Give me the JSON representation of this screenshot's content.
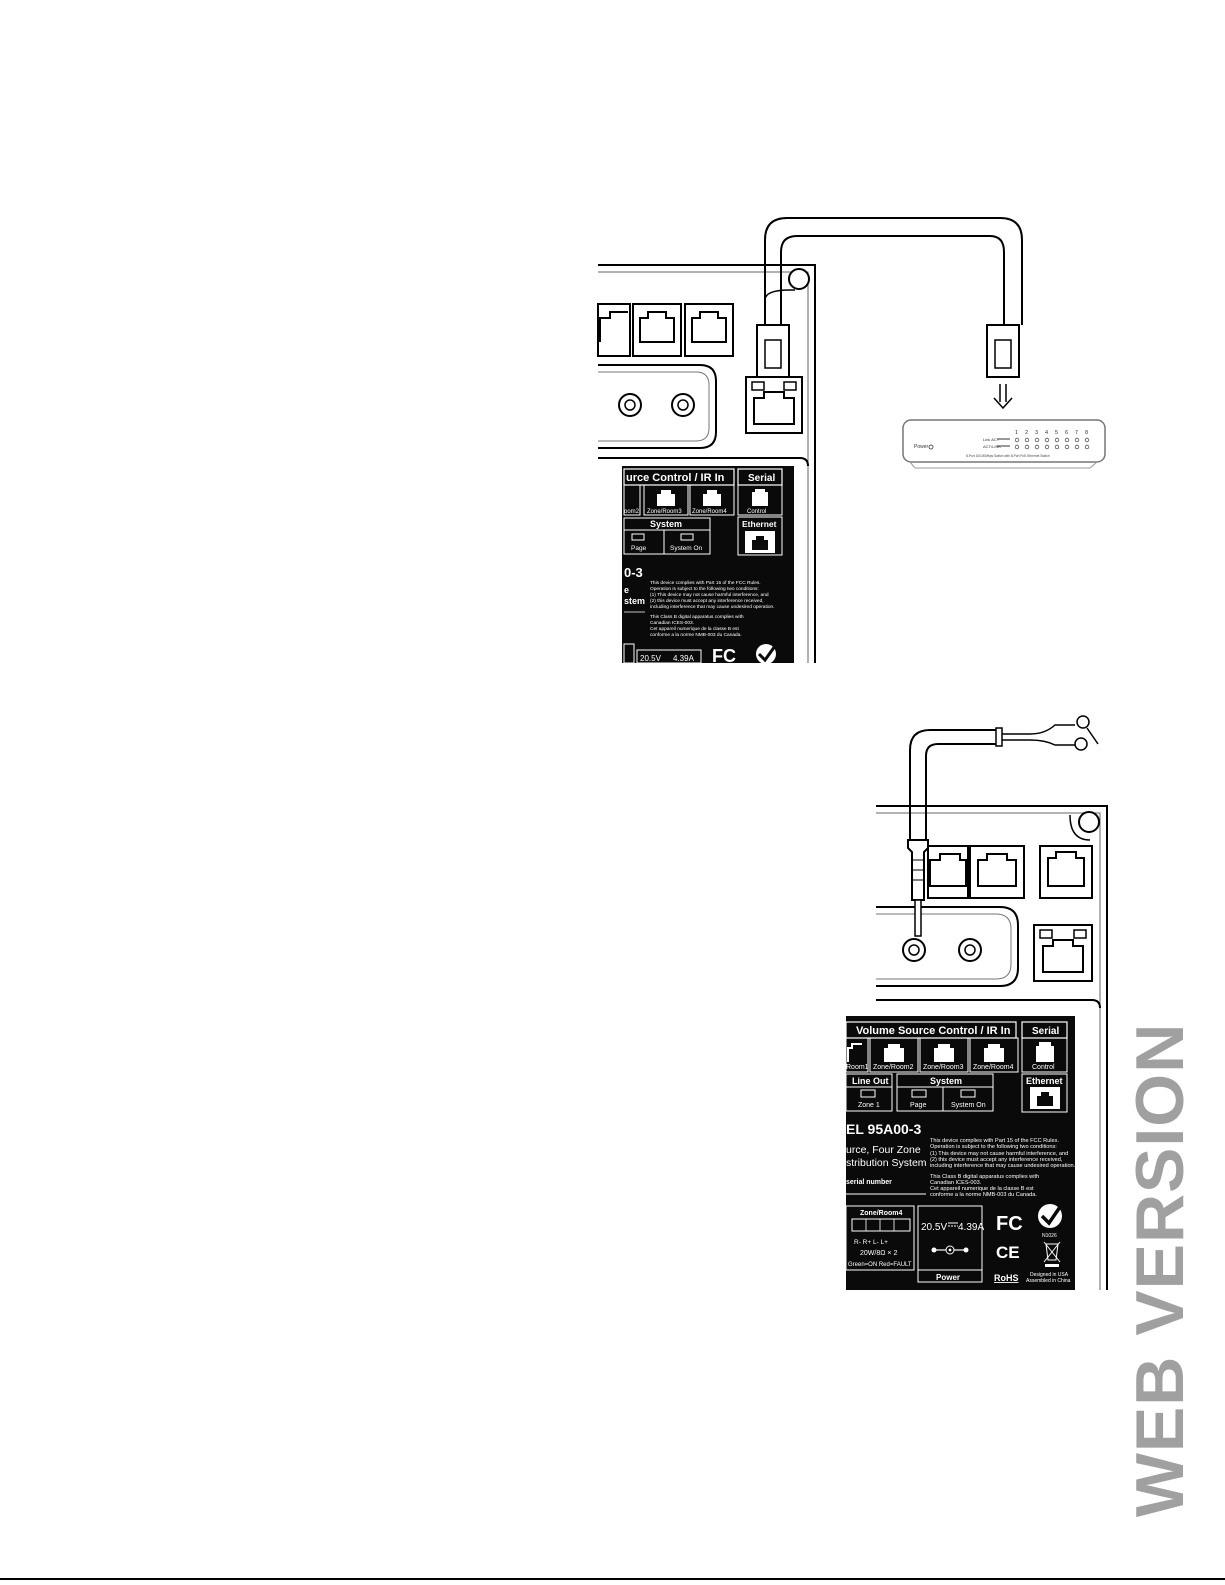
{
  "watermark": "WEB VERSION",
  "top_panel": {
    "header_left": "urce Control / IR In",
    "header_right": "Serial",
    "ports": [
      "oom2",
      "Zone/Room3",
      "Zone/Room4"
    ],
    "serial_port": "Control",
    "system": "System",
    "system_items": [
      "Page",
      "System On"
    ],
    "ethernet": "Ethernet",
    "model": "0-3",
    "model_l2": "e",
    "model_l3": "stem",
    "fcc_lines": [
      "This device complies with Part 15 of the FCC Rules.",
      "Operation is subject to the following two conditions:",
      "(1) This device may not cause harmful interference, and",
      "(2) this device must accept any interference received,",
      "  including interference that may cause undesired operation."
    ],
    "canada_lines": [
      "This Class B digital apparatus complies with",
      "Canadian ICES-003.",
      "Cet appareil numerique de la classe B est",
      "conforme a la norme NMB-003 du Canada."
    ],
    "voltage": "20.5V",
    "current": "4.39A",
    "fcc_logo": "FC"
  },
  "switch": {
    "power": "Power",
    "port_numbers": [
      "1",
      "2",
      "3",
      "4",
      "5",
      "6",
      "7",
      "8"
    ],
    "row1": "Link ACT",
    "row2": "ACT/LINK",
    "caption": "8-Port 10/100Mbps Switch with 8-Port PoE Ethernet Switch"
  },
  "bottom_panel": {
    "header_left": "Volume Source Control / IR In",
    "header_right": "Serial",
    "ports": [
      "Room1",
      "Zone/Room2",
      "Zone/Room3",
      "Zone/Room4"
    ],
    "serial_port": "Control",
    "line_out": "Line Out",
    "line_out_item": "Zone 1",
    "system": "System",
    "system_items": [
      "Page",
      "System On"
    ],
    "ethernet": "Ethernet",
    "model": "EL 95A00-3",
    "model_l2": "urce, Four Zone",
    "model_l3": "stribution System",
    "serial_number": "serial number",
    "fcc_lines": [
      "This device complies with Part 15 of the FCC Rules.",
      "Operation is subject to the following two conditions:",
      "(1) This device may not cause harmful interference, and",
      "(2) this device must accept any interference received,",
      "  including interference that may cause undesired operation."
    ],
    "canada_lines": [
      "This Class B digital apparatus complies with",
      "Canadian ICES-003.",
      "Cet appareil numerique de la classe B est",
      "conforme a la norme NMB-003 du Canada."
    ],
    "zone_block": "Zone/Room4",
    "terminals": "R-  R+  L-  L+",
    "rating": "20W/8Ω × 2",
    "status": "Green=ON  Red=FAULT",
    "voltage": "20.5V",
    "current": "4.39A",
    "power": "Power",
    "fcc_logo": "FC",
    "ce": "CE",
    "rohs": "RoHS",
    "n_code": "N1026",
    "designed_l1": "Designed in USA",
    "designed_l2": "Assembled in China"
  }
}
